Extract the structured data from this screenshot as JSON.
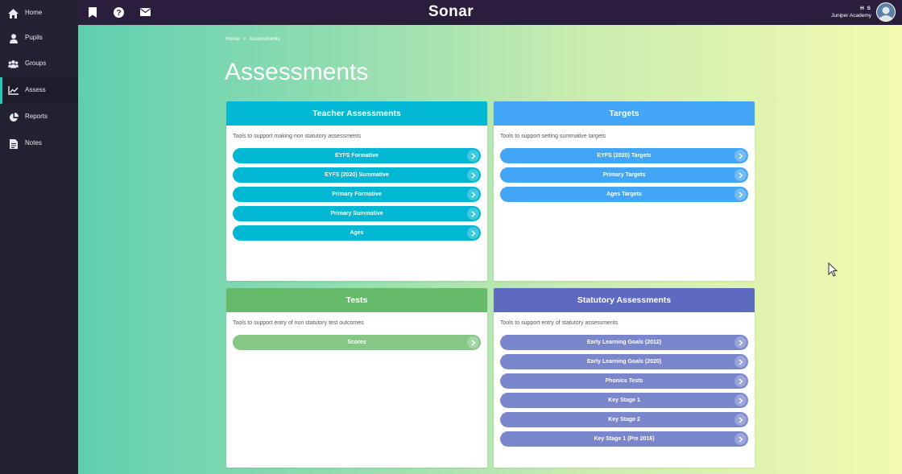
{
  "app": {
    "brand": "Sonar"
  },
  "topbar": {
    "icons": [
      "bookmark-icon",
      "help-icon",
      "mail-icon"
    ],
    "user_initials": "H S",
    "user_school": "Juniper Academy"
  },
  "sidebar": {
    "items": [
      {
        "label": "Home",
        "icon": "home-icon",
        "active": false
      },
      {
        "label": "Pupils",
        "icon": "person-icon",
        "active": false
      },
      {
        "label": "Groups",
        "icon": "group-icon",
        "active": false
      },
      {
        "label": "Assess",
        "icon": "chart-line-icon",
        "active": true
      },
      {
        "label": "Reports",
        "icon": "pie-chart-icon",
        "active": false
      },
      {
        "label": "Notes",
        "icon": "note-icon",
        "active": false
      }
    ]
  },
  "breadcrumb": {
    "home": "Home",
    "separator": ">",
    "current": "Assessments"
  },
  "page_title": "Assessments",
  "cards": [
    {
      "title": "Teacher Assessments",
      "color": "#00b8d4",
      "description": "Tools to support making non statutory assessments",
      "buttons": [
        "EYFS Formative",
        "EYFS (2020) Summative",
        "Primary Formative",
        "Primary Summative",
        "Ages"
      ]
    },
    {
      "title": "Targets",
      "color": "#42a5f5",
      "description": "Tools to support setting summative targets",
      "buttons": [
        "EYFS (2020) Targets",
        "Primary Targets",
        "Ages Targets"
      ]
    },
    {
      "title": "Tests",
      "color": "#66bb6a",
      "button_color": "#86c786",
      "description": "Tools to support entry of non statutory test outcomes",
      "buttons": [
        "Scores"
      ]
    },
    {
      "title": "Statutory Assessments",
      "color": "#5c6bc0",
      "button_color": "#7986cb",
      "description": "Tools to support entry of statutory assessments",
      "buttons": [
        "Early Learning Goals (2012)",
        "Early Learning Goals (2020)",
        "Phonics Tests",
        "Key Stage 1",
        "Key Stage 2",
        "Key Stage 1 (Pre 2016)"
      ]
    }
  ]
}
